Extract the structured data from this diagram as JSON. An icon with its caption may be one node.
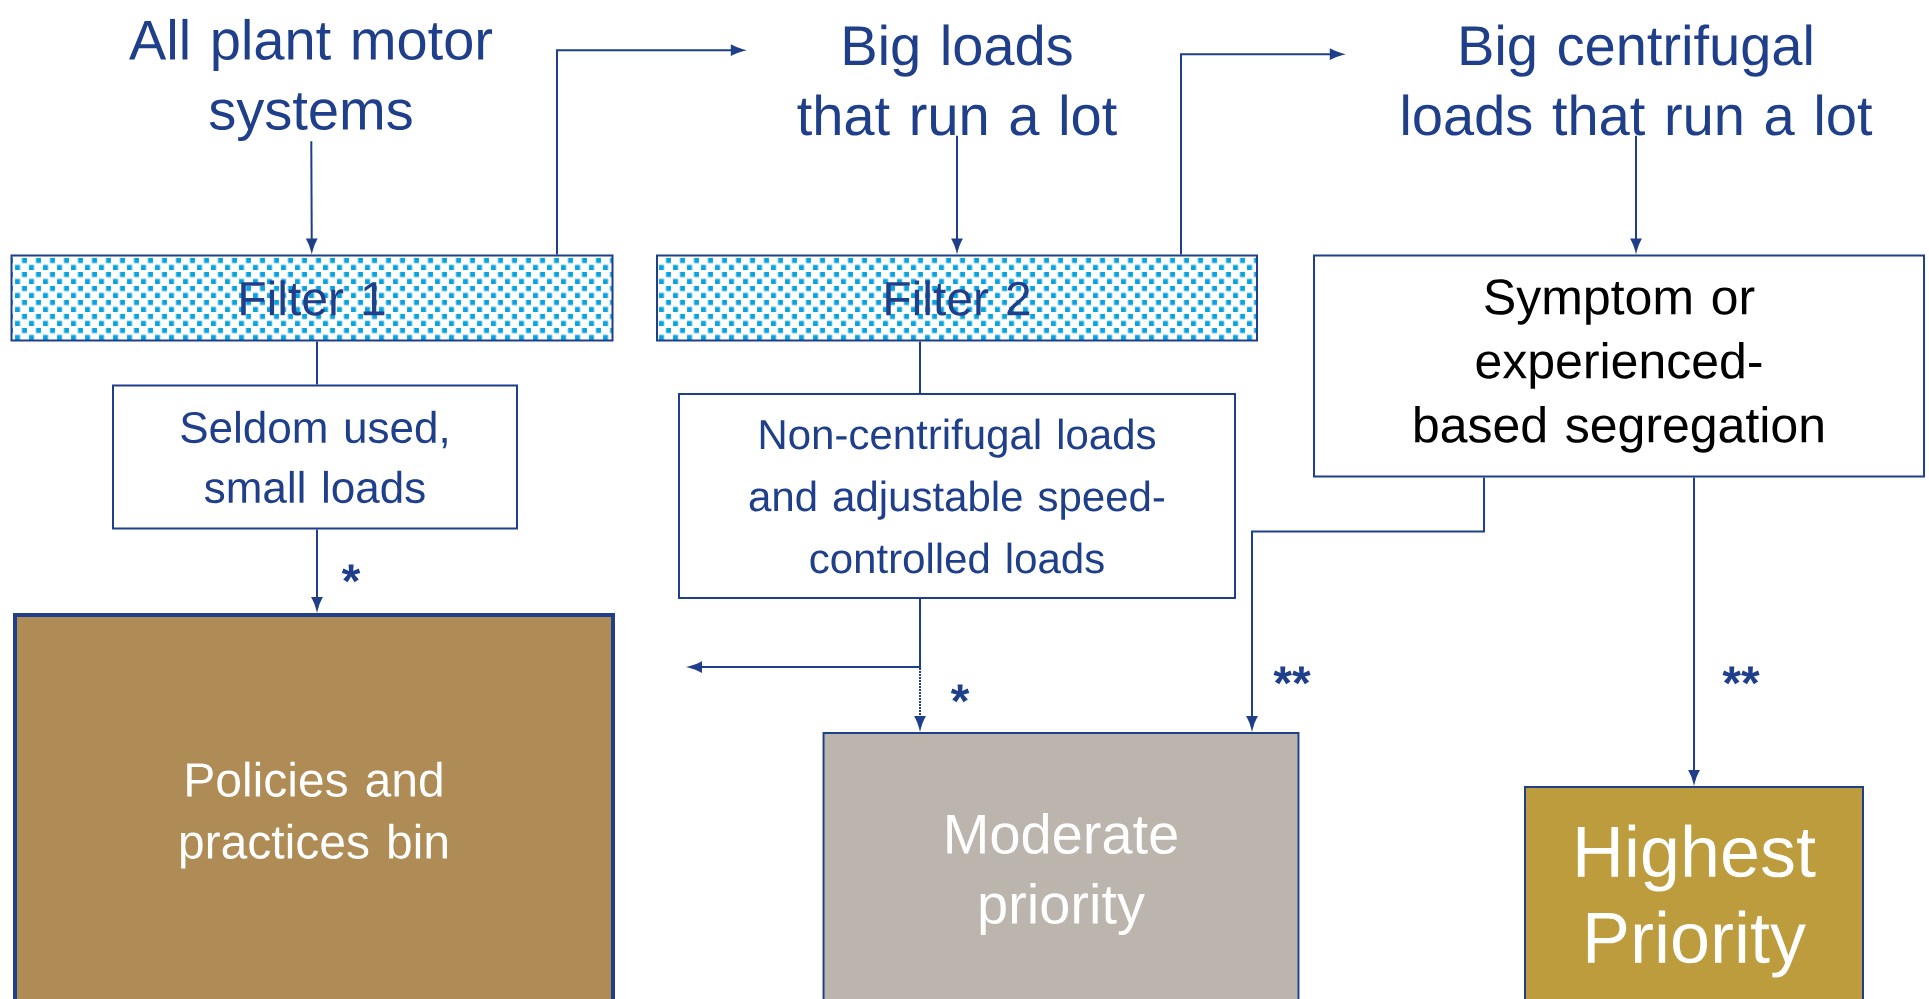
{
  "diagram": {
    "nodes": [
      {
        "text": [
          "All plant motor systems"
        ]
      },
      {
        "text": [
          "Filter 1"
        ]
      },
      {
        "text": [
          "Big loads that run a lot"
        ]
      },
      {
        "text": [
          "Filter 2"
        ]
      },
      {
        "text": [
          "Big centrifugal loads that run a lot"
        ]
      },
      {
        "text": [
          "Symptom or experienced-based segregation"
        ]
      },
      {
        "text": [
          "Seldom used, small loads"
        ]
      },
      {
        "text": [
          "Non-centrifugal loads and adjustable speed-controlled loads"
        ]
      },
      {
        "text": [
          "Policies and practices bin"
        ]
      },
      {
        "text": [
          "Moderate priority"
        ]
      },
      {
        "text": [
          "Highest Priority"
        ]
      }
    ],
    "edges": [
      {
        "from": 0,
        "to": 1,
        "arrow": "to"
      },
      {
        "from": 1,
        "to": 2,
        "arrow": "to"
      },
      {
        "from": 2,
        "to": 3,
        "arrow": "to"
      },
      {
        "from": 3,
        "to": 4,
        "arrow": "to"
      },
      {
        "from": 4,
        "to": 5,
        "arrow": "to"
      },
      {
        "from": 1,
        "to": 6,
        "arrow": "none"
      },
      {
        "from": 6,
        "to": 8,
        "arrow": "to",
        "label": "*"
      },
      {
        "from": 3,
        "to": 7,
        "arrow": "none"
      },
      {
        "from": 7,
        "to": null,
        "arrow": "to"
      },
      {
        "from": 7,
        "to": 9,
        "arrow": "to",
        "style": "dashed",
        "label": "*"
      },
      {
        "from": 5,
        "to": 9,
        "arrow": "to",
        "label": "**"
      },
      {
        "from": 5,
        "to": 10,
        "arrow": "to",
        "label": "**"
      }
    ]
  }
}
